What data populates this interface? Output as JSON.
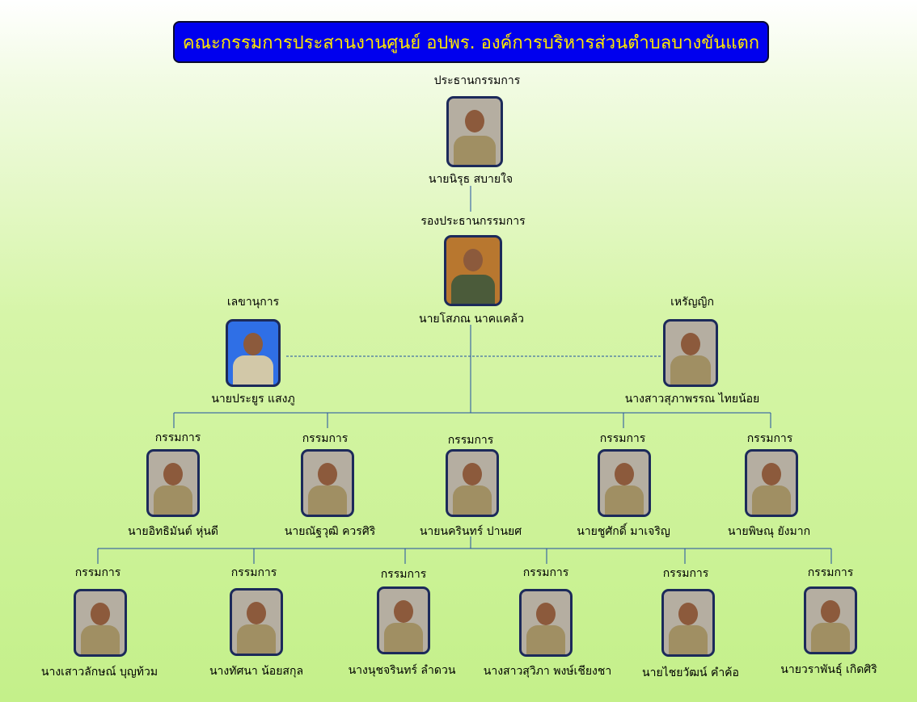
{
  "title": "คณะกรรมการประสานงานศูนย์ อปพร. องค์การบริหารส่วนตำบลบางขันแตก",
  "colors": {
    "title_bg": "#0000ee",
    "title_text": "#ffe800",
    "line": "#1f4fa3"
  },
  "chairman": {
    "role": "ประธานกรรมการ",
    "name": "นายนิรุธ  สบายใจ"
  },
  "vice_chairman": {
    "role": "รองประธานกรรมการ",
    "name": "นายโสภณ  นาคแคล้ว"
  },
  "secretary": {
    "role": "เลขานุการ",
    "name": "นายประยูร  แสงภู"
  },
  "treasurer": {
    "role": "เหรัญญิก",
    "name": "นางสาวสุภาพรรณ  ไทยน้อย"
  },
  "committee_row1": [
    {
      "role": "กรรมการ",
      "name": "นายอิทธิมันต์  หุ่นดี"
    },
    {
      "role": "กรรมการ",
      "name": "นายณัฐวุฒิ  ควรศิริ"
    },
    {
      "role": "กรรมการ",
      "name": "นายนครินทร์  ปานยศ"
    },
    {
      "role": "กรรมการ",
      "name": "นายชูศักดิ์  มาเจริญ"
    },
    {
      "role": "กรรมการ",
      "name": "นายพิษณุ  ยังมาก"
    }
  ],
  "committee_row2": [
    {
      "role": "กรรมการ",
      "name": "นางเสาวลักษณ์  บุญท้วม"
    },
    {
      "role": "กรรมการ",
      "name": "นางทัศนา  น้อยสกุล"
    },
    {
      "role": "กรรมการ",
      "name": "นางนุชจรินทร์  ลำดวน"
    },
    {
      "role": "กรรมการ",
      "name": "นางสาวสุวิภา  พงษ์เชียงชา"
    },
    {
      "role": "กรรมการ",
      "name": "นายไชยวัฒน์  คำค้อ"
    },
    {
      "role": "กรรมการ",
      "name": "นายวราพันธุ์  เกิดศิริ"
    }
  ]
}
